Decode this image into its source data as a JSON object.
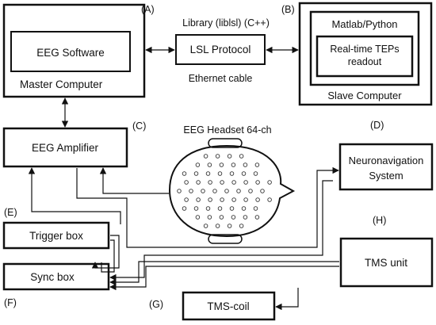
{
  "letters": {
    "a": "(A)",
    "b": "(B)",
    "c": "(C)",
    "d": "(D)",
    "e": "(E)",
    "f": "(F)",
    "g": "(G)",
    "h": "(H)"
  },
  "master": {
    "inner": "EEG Software",
    "label": "Master Computer"
  },
  "slave": {
    "outer": "Matlab/Python",
    "inner_line1": "Real-time TEPs",
    "inner_line2": "readout",
    "label": "Slave Computer"
  },
  "lsl": {
    "top": "Library (liblsl) (C++)",
    "box": "LSL Protocol",
    "bottom": "Ethernet cable"
  },
  "amplifier": "EEG Amplifier",
  "headset": "EEG Headset 64-ch",
  "neuronav": {
    "line1": "Neuronavigation",
    "line2": "System"
  },
  "trigger": "Trigger box",
  "sync": "Sync box",
  "tms_unit": "TMS unit",
  "tms_coil": "TMS-coil"
}
